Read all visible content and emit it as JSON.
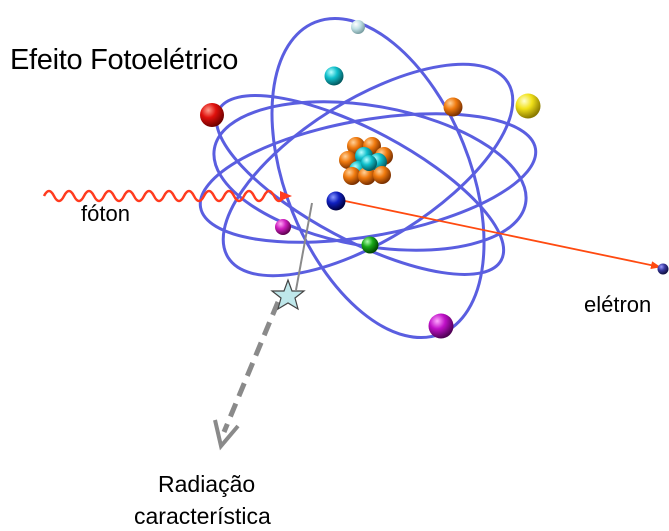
{
  "diagram": {
    "title": "Efeito Fotoelétrico",
    "labels": {
      "photon": "fóton",
      "electron": "elétron",
      "radiation_line1": "Radiação",
      "radiation_line2": "característica"
    },
    "colors": {
      "orbit": "#5a5ee0",
      "photon_wave": "#ff3b1f",
      "electron_path": "#ff4a10",
      "radiation_arrow": "#8a8a8a",
      "star": "#bfe7ea",
      "nucleus_proton": "#ff8a10",
      "nucleus_neutron": "#22d0d8"
    },
    "particles": [
      {
        "name": "red-electron",
        "color": "#e0100c"
      },
      {
        "name": "cyan-electron",
        "color": "#10c0cc"
      },
      {
        "name": "pale-electron",
        "color": "#bfe0e4"
      },
      {
        "name": "orange-electron",
        "color": "#f07a0e"
      },
      {
        "name": "yellow-electron",
        "color": "#f2e21a"
      },
      {
        "name": "blue-electron",
        "color": "#1020c0"
      },
      {
        "name": "magenta-small-electron",
        "color": "#d020c0"
      },
      {
        "name": "green-electron",
        "color": "#18a818"
      },
      {
        "name": "purple-electron",
        "color": "#c010c8"
      },
      {
        "name": "ejected-electron",
        "color": "#3a3aa0"
      }
    ]
  }
}
